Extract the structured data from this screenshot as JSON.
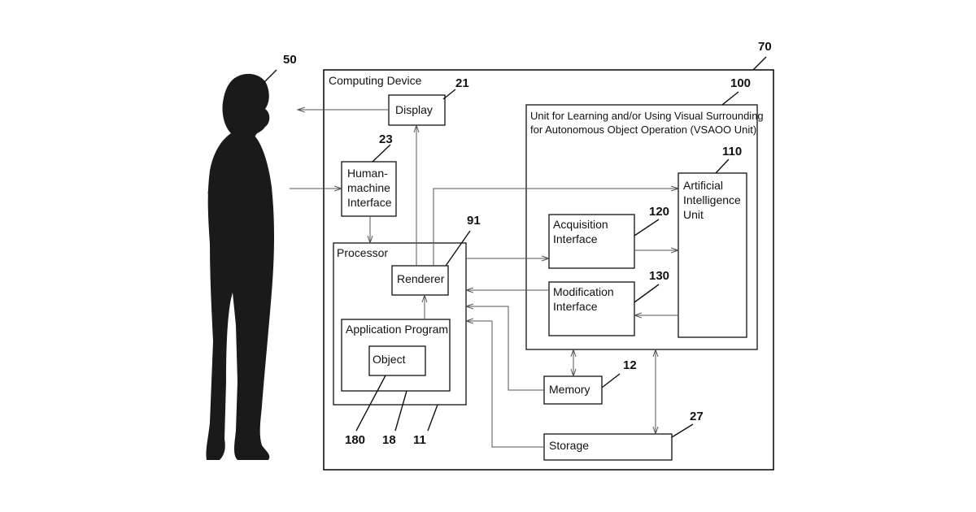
{
  "person_label": "50",
  "computing_device": {
    "title": "Computing Device",
    "ref": "70"
  },
  "display": {
    "label": "Display",
    "ref": "21"
  },
  "hmi": {
    "lines": [
      "Human-",
      "machine",
      "Interface"
    ],
    "ref": "23"
  },
  "processor": {
    "title": "Processor",
    "ref": "11"
  },
  "renderer": {
    "label": "Renderer",
    "ref": "91"
  },
  "app_program": {
    "title": "Application Program",
    "ref": "18"
  },
  "object": {
    "label": "Object",
    "ref": "180"
  },
  "vsaoo": {
    "lines": [
      "Unit for Learning and/or Using Visual Surrounding",
      "for Autonomous Object Operation (VSAOO Unit)"
    ],
    "ref": "100"
  },
  "ai_unit": {
    "lines": [
      "Artificial",
      "Intelligence",
      "Unit"
    ],
    "ref": "110"
  },
  "acquisition": {
    "lines": [
      "Acquisition",
      "Interface"
    ],
    "ref": "120"
  },
  "modification": {
    "lines": [
      "Modification",
      "Interface"
    ],
    "ref": "130"
  },
  "memory": {
    "label": "Memory",
    "ref": "12"
  },
  "storage": {
    "label": "Storage",
    "ref": "27"
  }
}
